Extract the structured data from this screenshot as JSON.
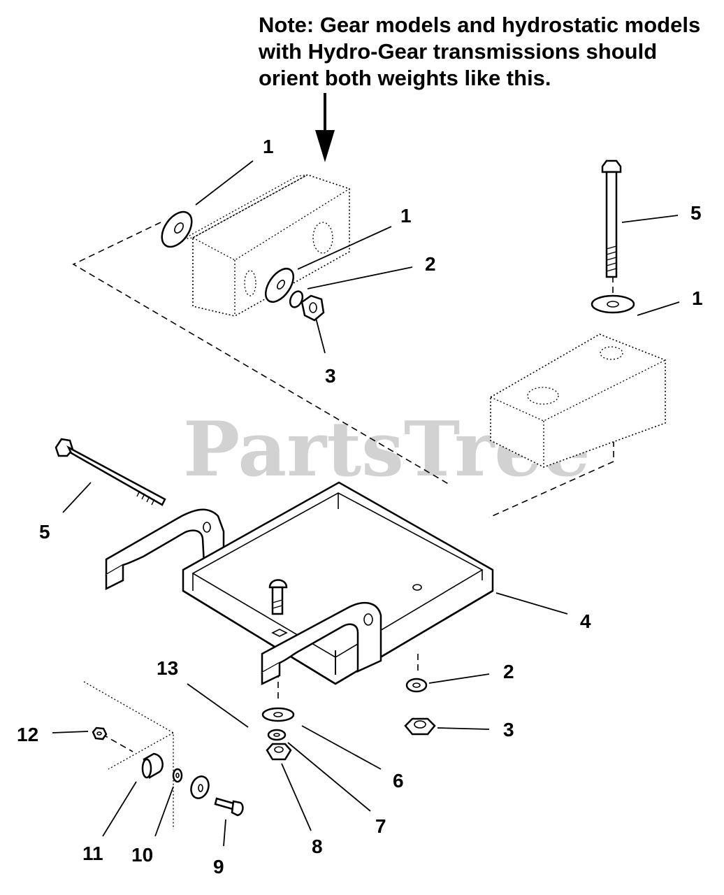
{
  "note": {
    "lines": [
      "Note: Gear models and hydrostatic models",
      "with Hydro-Gear transmissions should",
      "orient both weights like this."
    ]
  },
  "watermark": {
    "text": "PartsTree",
    "trademark": "TM"
  },
  "callouts": [
    {
      "id": "upper-weight-washer-left",
      "label": "1"
    },
    {
      "id": "upper-weight-washer-right",
      "label": "1"
    },
    {
      "id": "upper-weight-lockwasher",
      "label": "2"
    },
    {
      "id": "upper-weight-nut",
      "label": "3"
    },
    {
      "id": "upper-bolt",
      "label": "5"
    },
    {
      "id": "right-weight-washer",
      "label": "1"
    },
    {
      "id": "left-bolt",
      "label": "5"
    },
    {
      "id": "weight-bracket",
      "label": "4"
    },
    {
      "id": "bracket-lockwasher",
      "label": "2"
    },
    {
      "id": "bracket-nut",
      "label": "3"
    },
    {
      "id": "carriage-bolt-washer-group",
      "label": "13"
    },
    {
      "id": "flat-washer",
      "label": "6"
    },
    {
      "id": "lock-washer",
      "label": "7"
    },
    {
      "id": "hex-nut",
      "label": "8"
    },
    {
      "id": "nut-small",
      "label": "12"
    },
    {
      "id": "spacer",
      "label": "11"
    },
    {
      "id": "small-lockwasher",
      "label": "10"
    },
    {
      "id": "shoulder-bolt",
      "label": "9"
    }
  ]
}
